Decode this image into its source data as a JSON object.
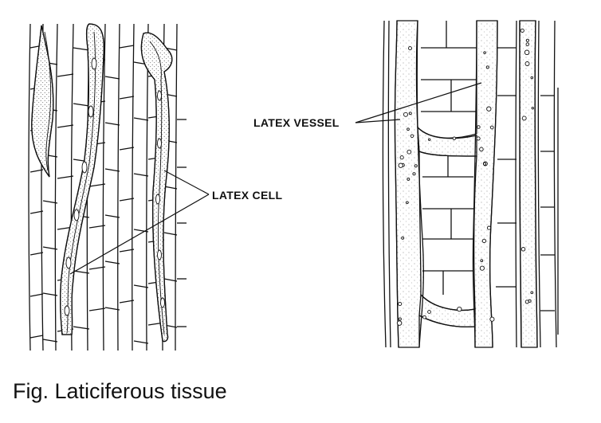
{
  "labels": {
    "latex_vessel": "LATEX VESSEL",
    "latex_cell": "LATEX CELL"
  },
  "caption": "Fig. Laticiferous tissue",
  "colors": {
    "ink": "#111111",
    "stipple": "#444444",
    "background": "#ffffff"
  }
}
